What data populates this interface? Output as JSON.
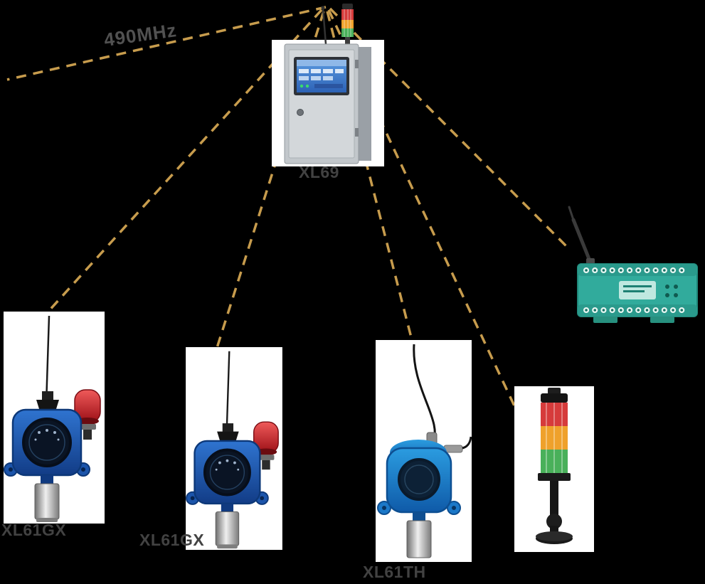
{
  "colors": {
    "background": "#000000",
    "wireless_link": "#C79C4D",
    "detector_blue": "#1C55AB",
    "relay_teal": "#31AB9C",
    "tower_red": "#D63B3B",
    "tower_amber": "#EFA12B",
    "tower_green": "#49B05A"
  },
  "labels": {
    "frequency": "490MHz",
    "controller": "XL69",
    "detector1": "XL61GX",
    "detector2": "XL61GX",
    "detector3": "XL61TH"
  }
}
